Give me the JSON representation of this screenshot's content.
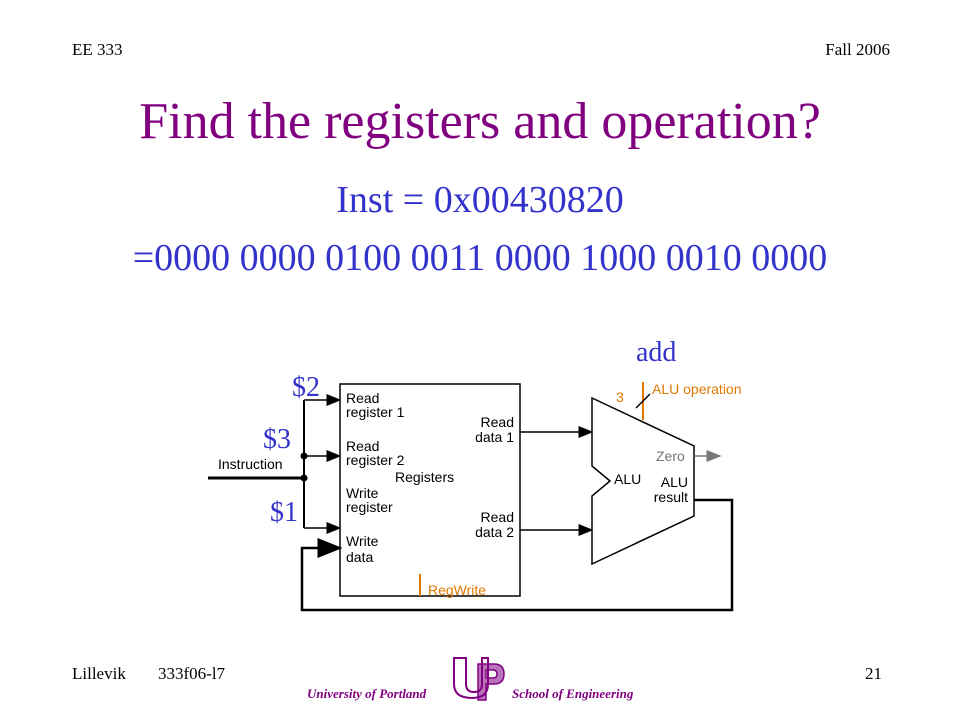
{
  "header": {
    "course": "EE 333",
    "term": "Fall 2006"
  },
  "title": "Find the registers and operation?",
  "instruction_hex": "Inst = 0x00430820",
  "instruction_binary": "=0000 0000 0100 0011 0000 1000 0010 0000",
  "annotations": {
    "operation": "add",
    "read_reg_1": "$2",
    "read_reg_2": "$3",
    "write_reg": "$1"
  },
  "diagram": {
    "instruction_label": "Instruction",
    "registers_label": "Registers",
    "read_register_1": [
      "Read",
      "register 1"
    ],
    "read_register_2": [
      "Read",
      "register 2"
    ],
    "write_register": [
      "Write",
      "register"
    ],
    "write_data": [
      "Write",
      "data"
    ],
    "read_data_1": [
      "Read",
      "data 1"
    ],
    "read_data_2": [
      "Read",
      "data 2"
    ],
    "regwrite": "RegWrite",
    "alu": "ALU",
    "alu_operation": "ALU operation",
    "alu_op_bits": "3",
    "zero": "Zero",
    "alu_result": [
      "ALU",
      "result"
    ],
    "colors": {
      "control": "#e07800",
      "annotation": "#3333cc",
      "title": "#800080"
    }
  },
  "footer": {
    "author": "Lillevik",
    "code": "333f06-l7",
    "page": "21",
    "logo_left": "University of Portland",
    "logo_right": "School of Engineering"
  }
}
